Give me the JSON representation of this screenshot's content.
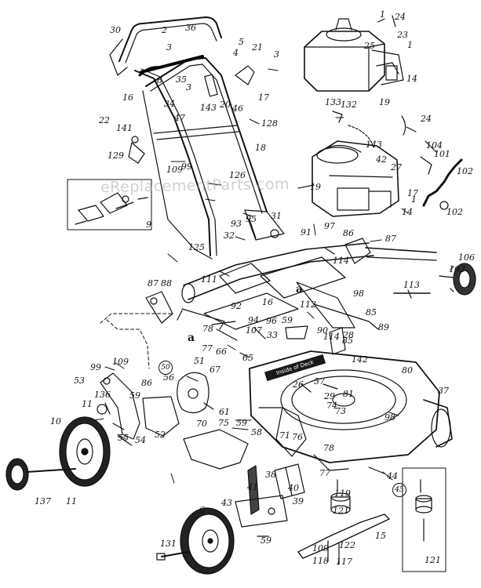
{
  "watermark": "eReplacementParts.com",
  "deck_label": "Inside of Deck",
  "callouts": [
    {
      "text": "2"
    },
    {
      "text": "30"
    },
    {
      "text": "36"
    },
    {
      "text": "3"
    },
    {
      "text": "1"
    },
    {
      "text": "24"
    },
    {
      "text": "23"
    },
    {
      "text": "1"
    },
    {
      "text": "25"
    },
    {
      "text": "4"
    },
    {
      "text": "5"
    },
    {
      "text": "21"
    },
    {
      "text": "3"
    },
    {
      "text": "8"
    },
    {
      "text": "35"
    },
    {
      "text": "3"
    },
    {
      "text": "14"
    },
    {
      "text": "19"
    },
    {
      "text": "16"
    },
    {
      "text": "34"
    },
    {
      "text": "143"
    },
    {
      "text": "20"
    },
    {
      "text": "46"
    },
    {
      "text": "17"
    },
    {
      "text": "133"
    },
    {
      "text": "132"
    },
    {
      "text": "22"
    },
    {
      "text": "141"
    },
    {
      "text": "47"
    },
    {
      "text": "128"
    },
    {
      "text": "143"
    },
    {
      "text": "24"
    },
    {
      "text": "18"
    },
    {
      "text": "129"
    },
    {
      "text": "104"
    },
    {
      "text": "101"
    },
    {
      "text": "109"
    },
    {
      "text": "99"
    },
    {
      "text": "126"
    },
    {
      "text": "42"
    },
    {
      "text": "27"
    },
    {
      "text": "102"
    },
    {
      "text": "19"
    },
    {
      "text": "17"
    },
    {
      "text": "1"
    },
    {
      "text": "14"
    },
    {
      "text": "102"
    },
    {
      "text": "9"
    },
    {
      "text": "93"
    },
    {
      "text": "95"
    },
    {
      "text": "31"
    },
    {
      "text": "97"
    },
    {
      "text": "91"
    },
    {
      "text": "86"
    },
    {
      "text": "87"
    },
    {
      "text": "32"
    },
    {
      "text": "125"
    },
    {
      "text": "114"
    },
    {
      "text": "106"
    },
    {
      "text": "103"
    },
    {
      "text": "111"
    },
    {
      "text": "87"
    },
    {
      "text": "88"
    },
    {
      "text": "16"
    },
    {
      "text": "a"
    },
    {
      "text": "113"
    },
    {
      "text": "98"
    },
    {
      "text": "92"
    },
    {
      "text": "112"
    },
    {
      "text": "85"
    },
    {
      "text": "94"
    },
    {
      "text": "96"
    },
    {
      "text": "59"
    },
    {
      "text": "89"
    },
    {
      "text": "78"
    },
    {
      "text": "107"
    },
    {
      "text": "33"
    },
    {
      "text": "90"
    },
    {
      "text": "114"
    },
    {
      "text": "28"
    },
    {
      "text": "77"
    },
    {
      "text": "a"
    },
    {
      "text": "85"
    },
    {
      "text": "66"
    },
    {
      "text": "65"
    },
    {
      "text": "50"
    },
    {
      "text": "99"
    },
    {
      "text": "109"
    },
    {
      "text": "51"
    },
    {
      "text": "142"
    },
    {
      "text": "80"
    },
    {
      "text": "86"
    },
    {
      "text": "67"
    },
    {
      "text": "57"
    },
    {
      "text": "53"
    },
    {
      "text": "56"
    },
    {
      "text": "26"
    },
    {
      "text": "37"
    },
    {
      "text": "29"
    },
    {
      "text": "81"
    },
    {
      "text": "136"
    },
    {
      "text": "59"
    },
    {
      "text": "11"
    },
    {
      "text": "74"
    },
    {
      "text": "73"
    },
    {
      "text": "61"
    },
    {
      "text": "75"
    },
    {
      "text": "10"
    },
    {
      "text": "98"
    },
    {
      "text": "59"
    },
    {
      "text": "70"
    },
    {
      "text": "58"
    },
    {
      "text": "52"
    },
    {
      "text": "71"
    },
    {
      "text": "76"
    },
    {
      "text": "55"
    },
    {
      "text": "54"
    },
    {
      "text": "78"
    },
    {
      "text": "77"
    },
    {
      "text": "44"
    },
    {
      "text": "45"
    },
    {
      "text": "41"
    },
    {
      "text": "38"
    },
    {
      "text": "40"
    },
    {
      "text": "119"
    },
    {
      "text": "39"
    },
    {
      "text": "137"
    },
    {
      "text": "11"
    },
    {
      "text": "43"
    },
    {
      "text": "6"
    },
    {
      "text": "121"
    },
    {
      "text": "15"
    },
    {
      "text": "59"
    },
    {
      "text": "109"
    },
    {
      "text": "122"
    },
    {
      "text": "131"
    },
    {
      "text": "118"
    },
    {
      "text": "117"
    },
    {
      "text": "121"
    }
  ]
}
